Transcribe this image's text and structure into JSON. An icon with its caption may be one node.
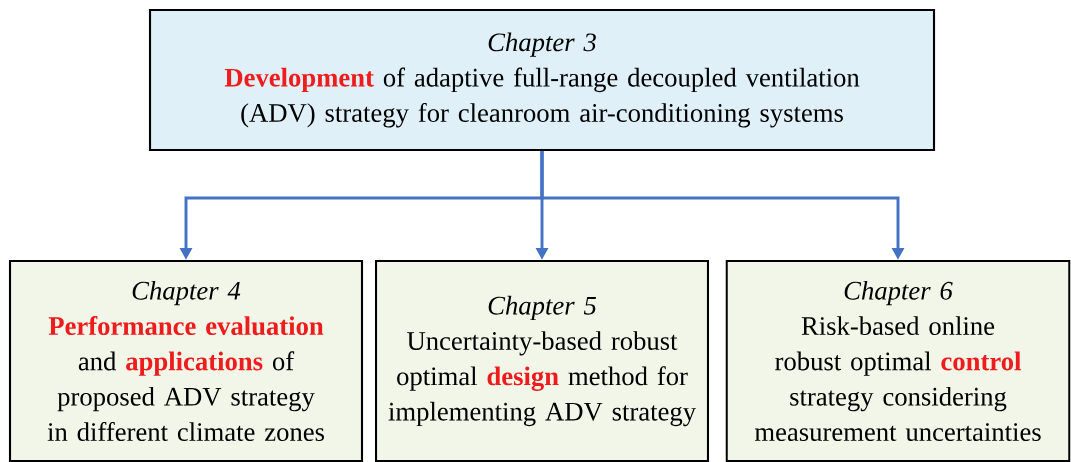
{
  "diagram": {
    "nodes": [
      {
        "text": [
          "Chapter 3",
          "**Development** of adaptive full-range decoupled ventilation (ADV) strategy for cleanroom air-conditioning systems"
        ]
      },
      {
        "text": [
          "Chapter 4",
          "**Performance evaluation** and **applications** of proposed ADV strategy in different climate zones"
        ]
      },
      {
        "text": [
          "Chapter 5",
          "Uncertainty-based robust optimal **design** method for implementing ADV strategy"
        ]
      },
      {
        "text": [
          "Chapter 6",
          "Risk-based online robust optimal **control** strategy considering measurement uncertainties"
        ]
      }
    ],
    "edges": [
      {
        "from": 0,
        "to": 1,
        "arrow": "to"
      },
      {
        "from": 0,
        "to": 2,
        "arrow": "to"
      },
      {
        "from": 0,
        "to": 3,
        "arrow": "to"
      }
    ]
  }
}
